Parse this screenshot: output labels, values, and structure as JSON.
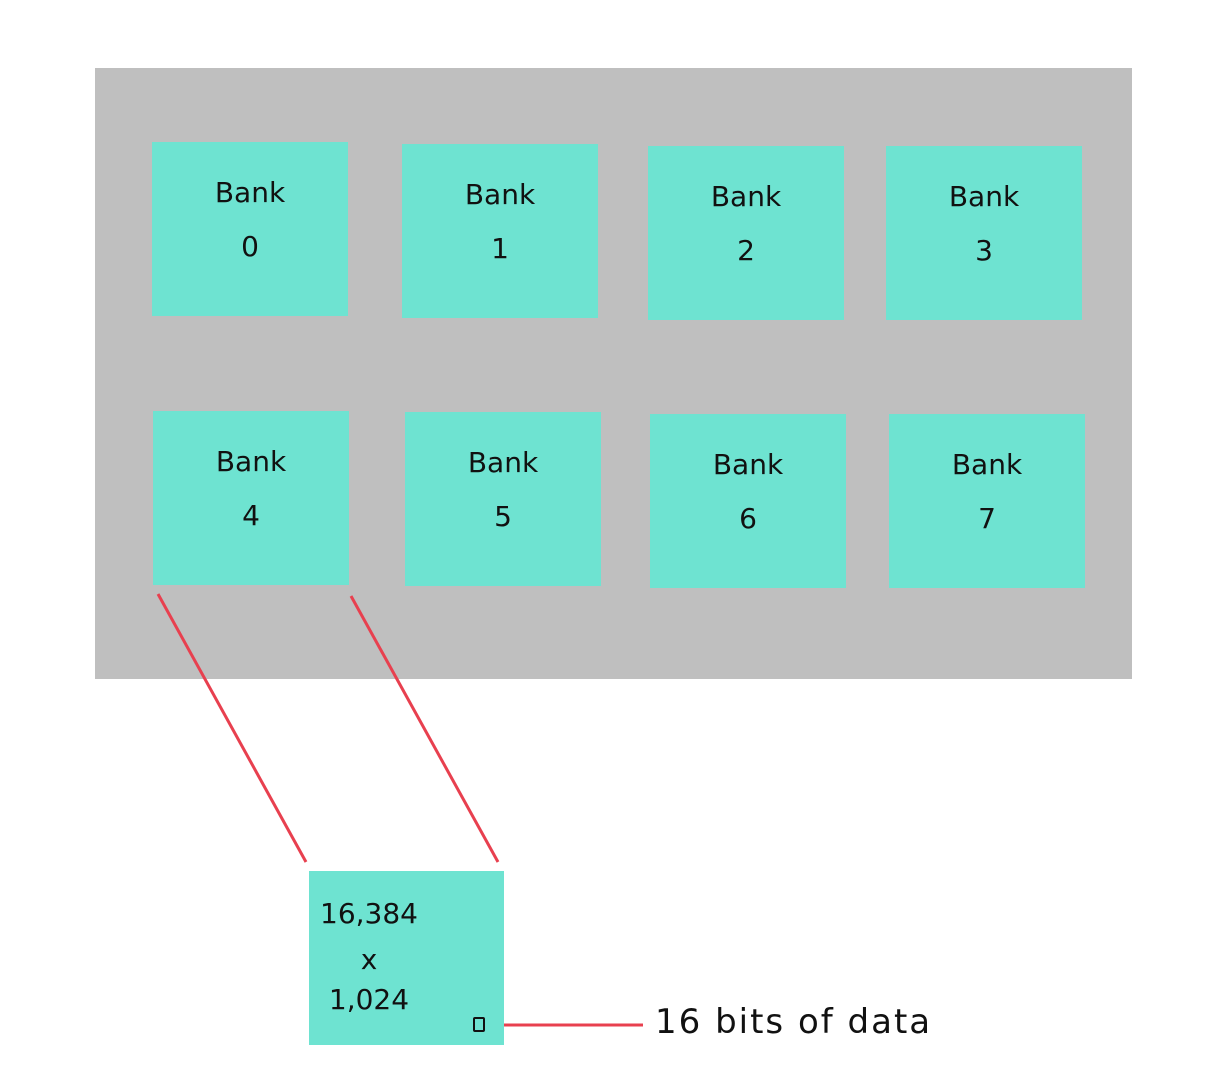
{
  "banks": [
    {
      "label": "Bank",
      "number": "0"
    },
    {
      "label": "Bank",
      "number": "1"
    },
    {
      "label": "Bank",
      "number": "2"
    },
    {
      "label": "Bank",
      "number": "3"
    },
    {
      "label": "Bank",
      "number": "4"
    },
    {
      "label": "Bank",
      "number": "5"
    },
    {
      "label": "Bank",
      "number": "6"
    },
    {
      "label": "Bank",
      "number": "7"
    }
  ],
  "detail": {
    "rows": "16,384",
    "times": "x",
    "cols": "1,024"
  },
  "cell_note": "16 bits of data",
  "colors": {
    "panel": "#bfbfbf",
    "bank": "#6ee3d1",
    "connector": "#e8404f"
  }
}
